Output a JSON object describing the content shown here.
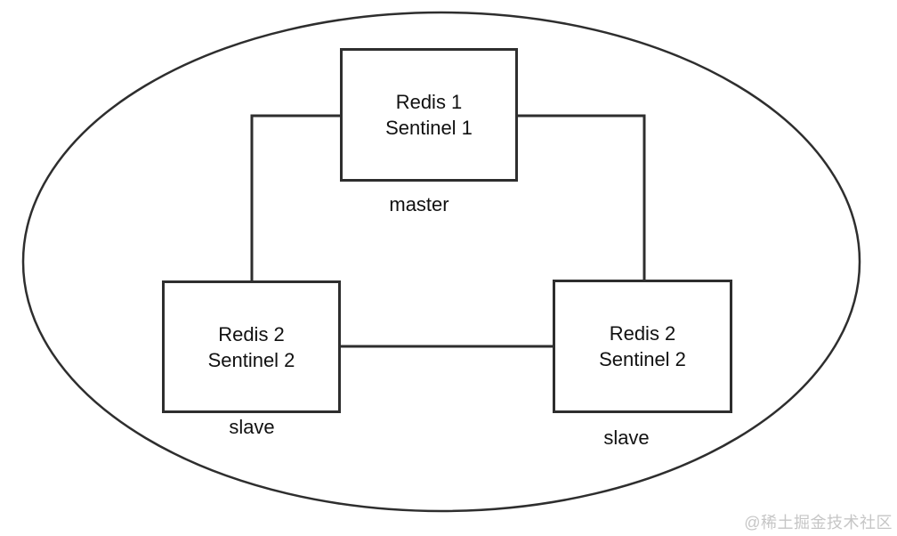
{
  "diagram": {
    "nodes": [
      {
        "id": "master",
        "title_line1": "Redis 1",
        "title_line2": "Sentinel 1",
        "role_label": "master"
      },
      {
        "id": "slave-left",
        "title_line1": "Redis 2",
        "title_line2": "Sentinel 2",
        "role_label": "slave"
      },
      {
        "id": "slave-right",
        "title_line1": "Redis 2",
        "title_line2": "Sentinel 2",
        "role_label": "slave"
      }
    ],
    "colors": {
      "stroke": "#2e2e2e",
      "text": "#111111",
      "background": "#ffffff",
      "watermark": "#c6c6c6"
    }
  },
  "watermark": {
    "text": "@稀土掘金技术社区"
  }
}
